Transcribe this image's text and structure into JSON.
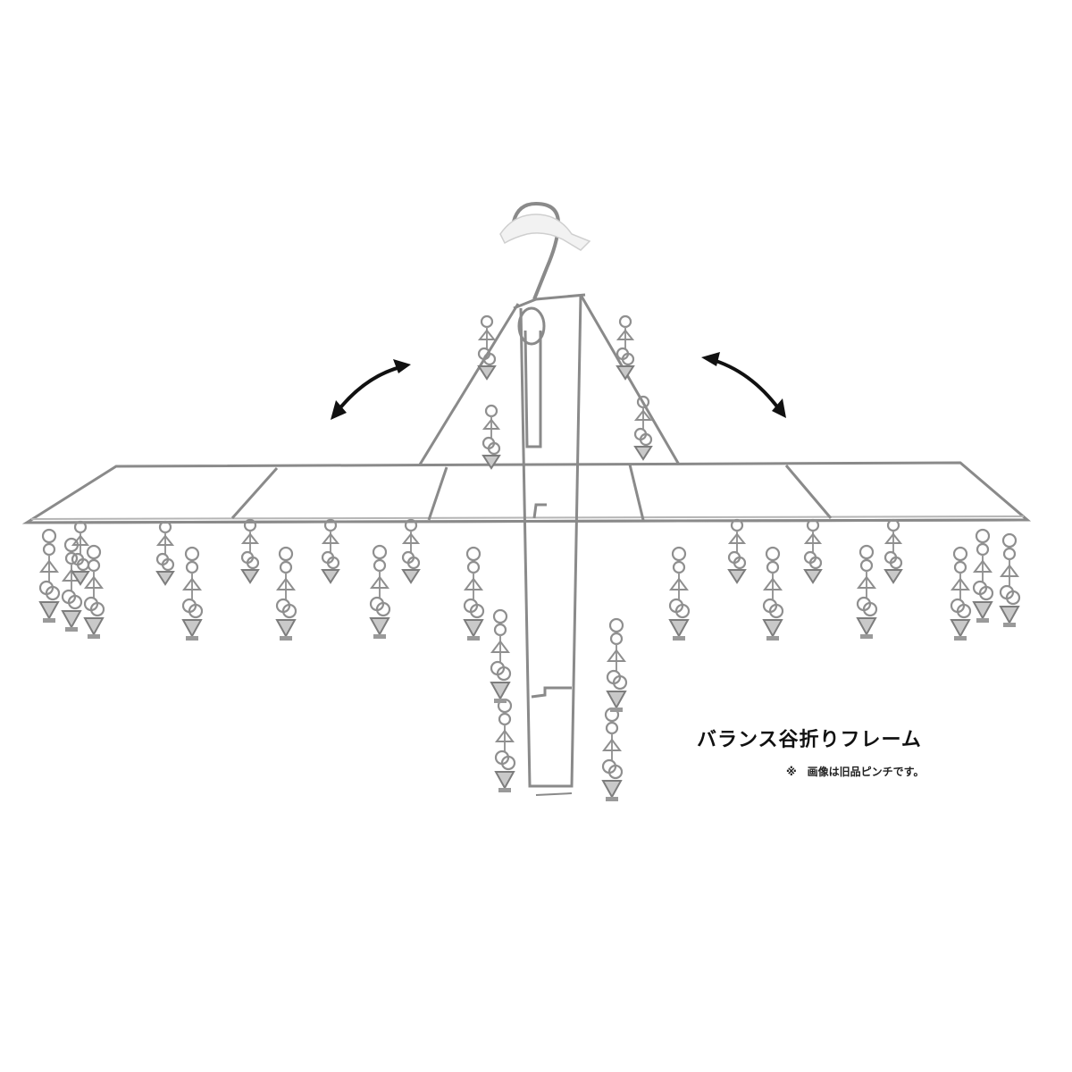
{
  "caption": {
    "title": "バランス谷折りフレーム",
    "note": "※　画像は旧品ピンチです。"
  },
  "photo": {
    "subject": "stainless steel pinch hanger",
    "icons": [
      "rotate-left-arrow-icon",
      "rotate-right-arrow-icon"
    ],
    "colors": {
      "frame": "#8a8a8a",
      "arrow": "#111111",
      "hook_cover": "#f2f2f2"
    }
  }
}
